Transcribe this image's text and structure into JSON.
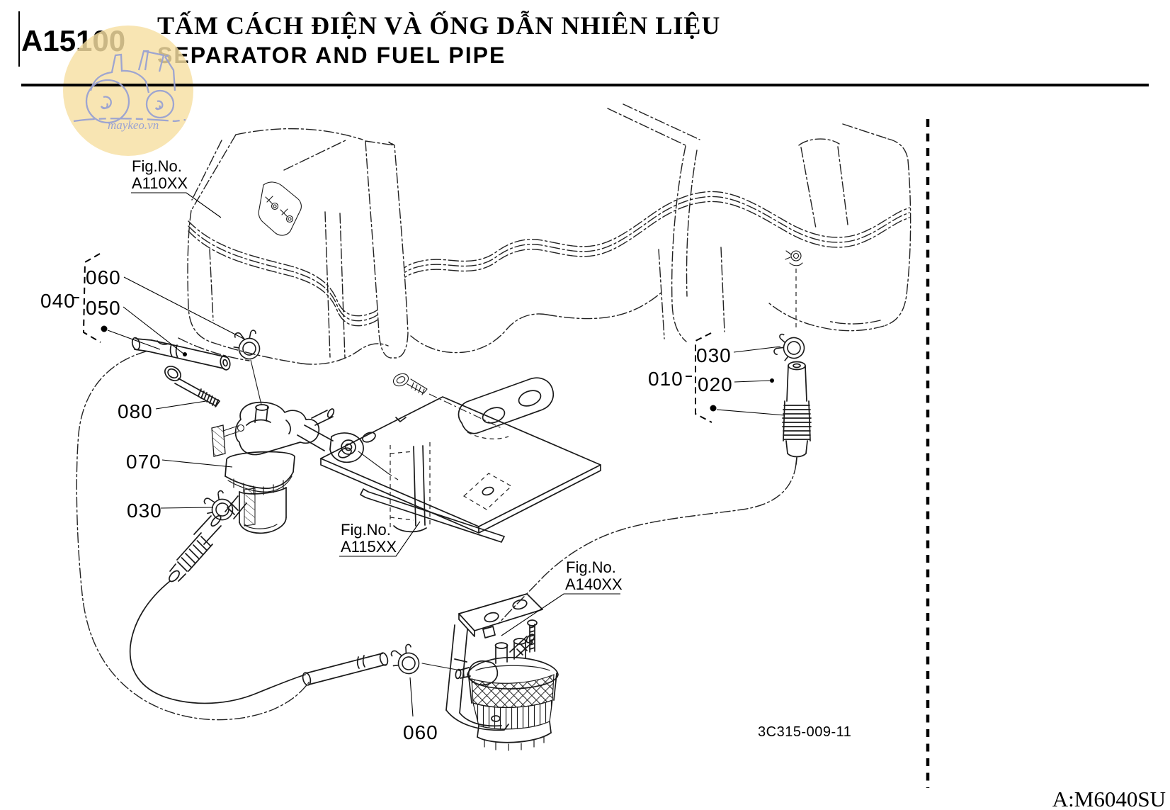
{
  "header": {
    "code": "A15100",
    "title_vi": "TẤM CÁCH ĐIỆN VÀ ỐNG DẪN NHIÊN LIỆU",
    "title_en": "SEPARATOR AND FUEL PIPE"
  },
  "logo": {
    "text": "maykeo.vn",
    "circle_color": "#f6dfa2",
    "line_color": "#9aa2d2"
  },
  "callouts": {
    "c040": "040",
    "c050": "050",
    "c060a": "060",
    "c060b": "060",
    "c070": "070",
    "c080": "080",
    "c030a": "030",
    "c030b": "030",
    "c010": "010",
    "c020": "020"
  },
  "fig_refs": {
    "a110": {
      "line1": "Fig.No.",
      "line2": "A110XX"
    },
    "a115": {
      "line1": "Fig.No.",
      "line2": "A115XX"
    },
    "a140": {
      "line1": "Fig.No.",
      "line2": "A140XX"
    }
  },
  "footer": {
    "drawing_no": "3C315-009-11",
    "model_code": "A:M6040SU"
  }
}
